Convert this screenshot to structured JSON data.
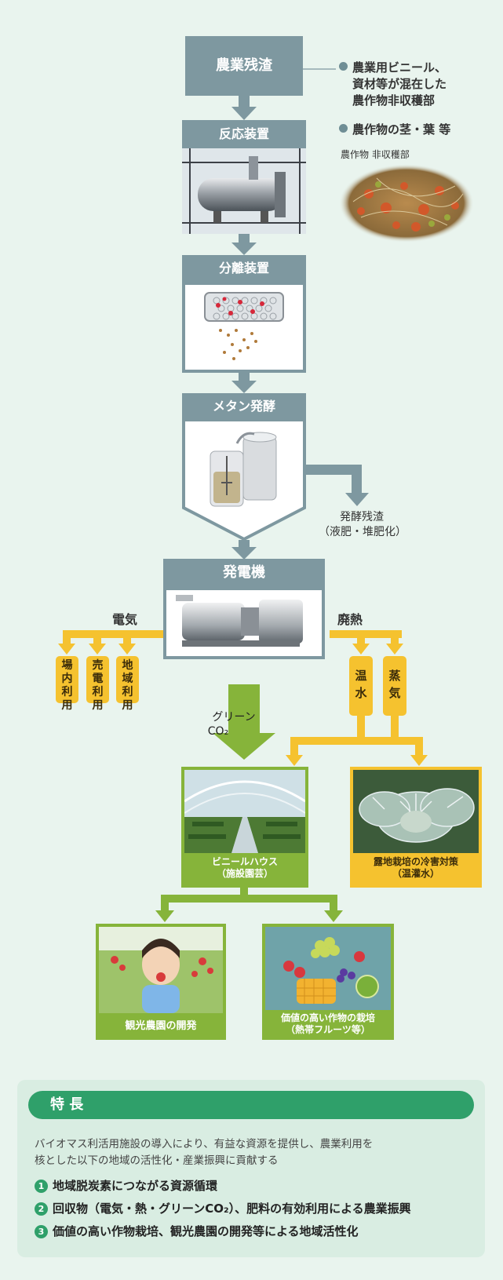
{
  "flow": {
    "residue": "農業残渣",
    "reactor": "反応装置",
    "separator": "分離装置",
    "methane": "メタン発酵",
    "digestate_1": "発酵残渣",
    "digestate_2": "（液肥・堆肥化）",
    "generator": "発電機",
    "electricity": "電気",
    "waste_heat": "廃熱",
    "green_co2_1": "グリーン",
    "green_co2_2": "CO₂"
  },
  "residue_notes": {
    "bullet1_line1": "農業用ビニール、",
    "bullet1_line2": "資材等が混在した",
    "bullet1_line3": "農作物非収穫部",
    "bullet2": "農作物の茎・葉 等",
    "photo_caption": "農作物 非収穫部"
  },
  "electric_uses": [
    {
      "chars": [
        "場",
        "内",
        "利",
        "用"
      ]
    },
    {
      "chars": [
        "売",
        "電",
        "利",
        "用"
      ]
    },
    {
      "chars": [
        "地",
        "域",
        "利",
        "用"
      ]
    }
  ],
  "heat_uses": [
    {
      "chars": [
        "温",
        "水"
      ]
    },
    {
      "chars": [
        "蒸",
        "気"
      ]
    }
  ],
  "outputs": {
    "greenhouse_1": "ビニールハウス",
    "greenhouse_2": "（施設園芸）",
    "frost_1": "露地栽培の冷害対策",
    "frost_2": "（温灌水）",
    "tourism": "観光農園の開発",
    "fruit_1": "価値の高い作物の栽培",
    "fruit_2": "（熱帯フルーツ等）"
  },
  "features": {
    "title": "特 長",
    "desc_1": "バイオマス利活用施設の導入により、有益な資源を提供し、農業利用を",
    "desc_2": "核とした以下の地域の活性化・産業振興に貢献する",
    "items": [
      {
        "num": "1",
        "text": "地域脱炭素につながる資源循環"
      },
      {
        "num": "2",
        "text": "回収物（電気・熱・グリーンCO₂）、肥料の有効利用による農業振興"
      },
      {
        "num": "3",
        "text": "価値の高い作物栽培、観光農園の開発等による地域活性化"
      }
    ]
  },
  "colors": {
    "slate": "#7e98a0",
    "yellow": "#f5c22f",
    "green": "#86b43a",
    "feature_green": "#2fa06a",
    "background": "#e9f4ee"
  }
}
